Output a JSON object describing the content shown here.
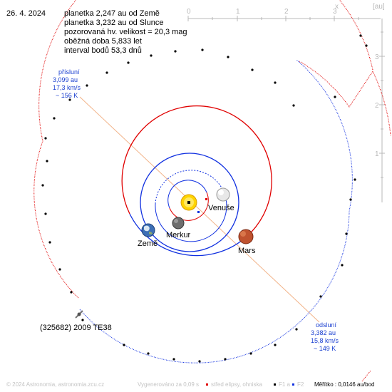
{
  "date": "26. 4. 2024",
  "info": {
    "line1": "planetka 2,247 au od Země",
    "line2": "planetka 3,232 au od Slunce",
    "line3": "pozorovaná hv. velikost = 20,3 mag",
    "line4": "oběžná doba 5,833 let",
    "line5": "interval bodů 53,3 dnů"
  },
  "axes": {
    "x_ticks": [
      "0",
      "1",
      "2",
      "3"
    ],
    "x_label": "x",
    "unit": "[au]",
    "y_ticks": [
      "3",
      "2",
      "1"
    ]
  },
  "planets": {
    "venus": "Venuše",
    "mercury": "Merkur",
    "earth": "Země",
    "mars": "Mars"
  },
  "asteroid_label": "(325682) 2009 TE38",
  "perihelion": {
    "title": "přísluní",
    "dist": "3,099 au",
    "speed": "17,3 km/s",
    "temp": "~ 156 K"
  },
  "aphelion": {
    "title": "odsluní",
    "dist": "3,382 au",
    "speed": "15,8 km/s",
    "temp": "~ 149 K"
  },
  "footer": {
    "copyright": "© 2024 Astronomia, astronomia.zcu.cz",
    "generated": "Vygenerováno za 0,09 s",
    "legend_center": "střed elipsy, ohniska",
    "legend_f1": "F1 a",
    "legend_f2": "F2",
    "scale": "Měřítko : 0,0146 au/bod"
  },
  "colors": {
    "orbit_red": "#e00000",
    "orbit_blue": "#1030e0",
    "text_blue": "#1a3fd0",
    "axis_gray": "#b8b8b8",
    "sun": "#ffd400",
    "apsis_line": "#f2b48a"
  }
}
